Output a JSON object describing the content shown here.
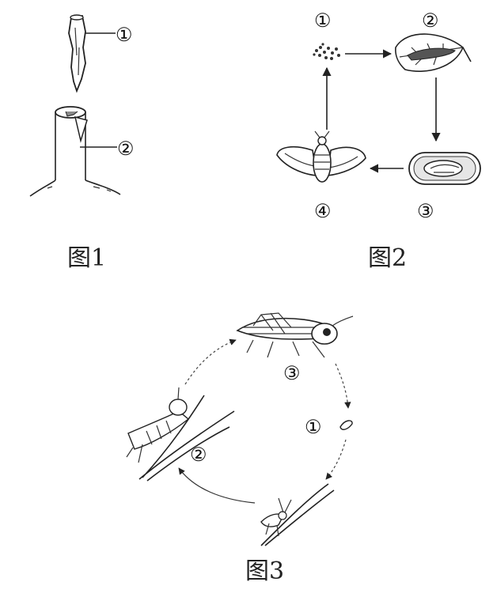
{
  "figures": {
    "fig1": {
      "caption": "图1",
      "labels": {
        "scion": "①",
        "stock": "②"
      }
    },
    "fig2": {
      "caption": "图2",
      "stages": [
        "①",
        "②",
        "③",
        "④"
      ]
    },
    "fig3": {
      "caption": "图3",
      "stages": [
        "①",
        "②",
        "③"
      ]
    }
  }
}
